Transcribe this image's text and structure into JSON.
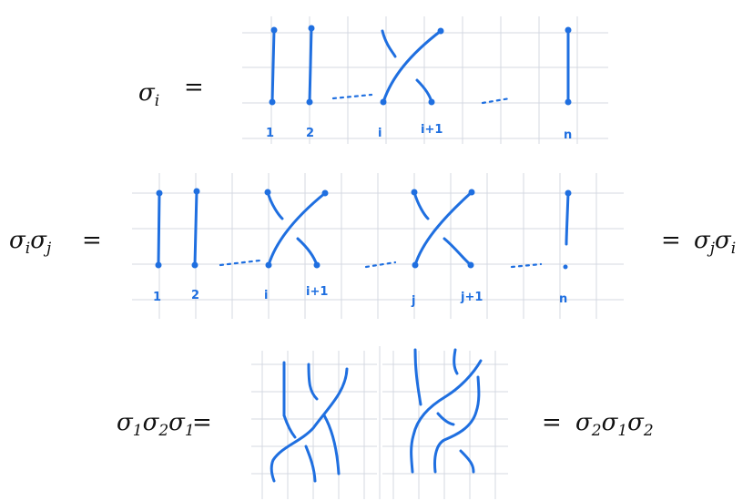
{
  "eq1": {
    "lhs": "σ",
    "lhs_sub": "i",
    "eq": "="
  },
  "eq2": {
    "lhs1": "σ",
    "lhs1_sub": "i",
    "lhs2": "σ",
    "lhs2_sub": "j",
    "eq": "=",
    "rhs1": "σ",
    "rhs1_sub": "j",
    "rhs2": "σ",
    "rhs2_sub": "i"
  },
  "eq3": {
    "lhs1": "σ",
    "lhs1_sub": "1",
    "lhs2": "σ",
    "lhs2_sub": "2",
    "lhs3": "σ",
    "lhs3_sub": "1",
    "eq": "=",
    "rhs1": "σ",
    "rhs1_sub": "2",
    "rhs2": "σ",
    "rhs2_sub": "1",
    "rhs3": "σ",
    "rhs3_sub": "2"
  },
  "labels1": [
    "1",
    "2",
    "i",
    "i+1",
    "n"
  ],
  "labels2": [
    "1",
    "2",
    "i",
    "i+1",
    "j",
    "j+1",
    "n"
  ],
  "colors": {
    "strand": "#1f6fe0",
    "grid": "#d4d9e2",
    "text": "#111111"
  }
}
